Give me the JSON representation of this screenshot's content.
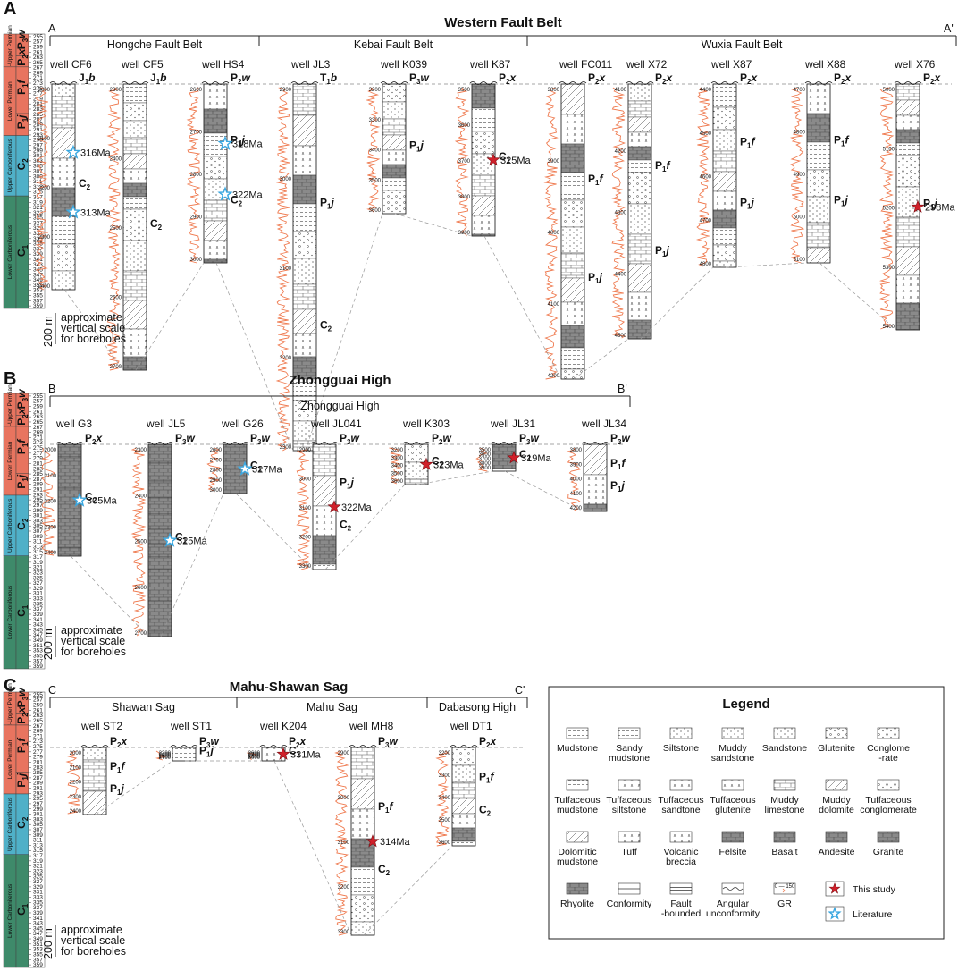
{
  "colors": {
    "permian": "#e8745f",
    "upper_carboniferous": "#4fb0c8",
    "lower_carboniferous": "#3e8a6a",
    "this_study": "#d0202a",
    "literature": "#3aa7e0",
    "gr_log": "#ef7a4f"
  },
  "panels": [
    {
      "letter": "A",
      "title": "Western Fault Belt",
      "start": "A",
      "end": "A'",
      "belts": [
        "Hongche Fault Belt",
        "Kebai Fault Belt",
        "Wuxia Fault Belt"
      ],
      "wells": [
        {
          "name": "well  CF6",
          "top_unit": "J1b",
          "ages": [
            {
              "label": "316Ma",
              "type": "literature"
            },
            {
              "label": "313Ma",
              "type": "literature"
            }
          ],
          "units": [
            "C2"
          ]
        },
        {
          "name": "well  CF5",
          "top_unit": "J1b",
          "ages": [],
          "units": [
            "C2"
          ]
        },
        {
          "name": "well  HS4",
          "top_unit": "P2w",
          "ages": [
            {
              "label": "318Ma",
              "type": "literature"
            },
            {
              "label": "322Ma",
              "type": "literature"
            }
          ],
          "units": [
            "P1j",
            "C2"
          ]
        },
        {
          "name": "well  JL3",
          "top_unit": "T1b",
          "ages": [],
          "units": [
            "P1j",
            "C2"
          ]
        },
        {
          "name": "well  K039",
          "top_unit": "P3w",
          "ages": [],
          "units": [
            "P1j"
          ]
        },
        {
          "name": "well  K87",
          "top_unit": "P2x",
          "ages": [
            {
              "label": "325Ma",
              "type": "this_study"
            }
          ],
          "units": [
            "C1"
          ]
        },
        {
          "name": "well  FC011",
          "top_unit": "P2x",
          "ages": [],
          "units": [
            "P1f",
            "P1j"
          ]
        },
        {
          "name": "well  X72",
          "top_unit": "P2x",
          "ages": [],
          "units": [
            "P1f",
            "P1j"
          ]
        },
        {
          "name": "well  X87",
          "top_unit": "P2x",
          "ages": [],
          "units": [
            "P1f",
            "P1j"
          ]
        },
        {
          "name": "well  X88",
          "top_unit": "P2x",
          "ages": [],
          "units": [
            "P1f",
            "P1j"
          ]
        },
        {
          "name": "well  X76",
          "top_unit": "P2x",
          "ages": [
            {
              "label": "298Ma",
              "type": "this_study"
            }
          ],
          "units": [
            "P1j"
          ]
        }
      ]
    },
    {
      "letter": "B",
      "title": "Zhongguai High",
      "start": "B",
      "end": "B'",
      "belts": [
        "Zhongguai  High"
      ],
      "wells": [
        {
          "name": "well  G3",
          "top_unit": "P2x",
          "ages": [
            {
              "label": "305Ma",
              "type": "literature"
            }
          ],
          "units": [
            "C2"
          ]
        },
        {
          "name": "well  JL5",
          "top_unit": "P3w",
          "ages": [
            {
              "label": "325Ma",
              "type": "literature"
            }
          ],
          "units": [
            "C1"
          ]
        },
        {
          "name": "well  G26",
          "top_unit": "P3w",
          "ages": [
            {
              "label": "327Ma",
              "type": "literature"
            }
          ],
          "units": [
            "C1"
          ]
        },
        {
          "name": "well  JL041",
          "top_unit": "P3w",
          "ages": [
            {
              "label": "322Ma",
              "type": "this_study"
            }
          ],
          "units": [
            "P1j",
            "C2"
          ]
        },
        {
          "name": "well  K303",
          "top_unit": "P2w",
          "ages": [
            {
              "label": "323Ma",
              "type": "this_study"
            }
          ],
          "units": [
            "C2"
          ]
        },
        {
          "name": "well  JL31",
          "top_unit": "P3w",
          "ages": [
            {
              "label": "319Ma",
              "type": "this_study"
            }
          ],
          "units": [
            "C2"
          ]
        },
        {
          "name": "well  JL34",
          "top_unit": "P3w",
          "ages": [],
          "units": [
            "P1f",
            "P1j"
          ]
        }
      ]
    },
    {
      "letter": "C",
      "title": "Mahu-Shawan Sag",
      "start": "C",
      "end": "C'",
      "belts": [
        "Shawan  Sag",
        "Mahu  Sag",
        "Dabasong  High"
      ],
      "wells": [
        {
          "name": "well  ST2",
          "top_unit": "P2x",
          "ages": [],
          "units": [
            "P1f",
            "P1j"
          ]
        },
        {
          "name": "well  ST1",
          "top_unit": "P3w",
          "ages": [],
          "units": [
            "P1j"
          ]
        },
        {
          "name": "well  K204",
          "top_unit": "P2x",
          "ages": [
            {
              "label": "331Ma",
              "type": "this_study"
            }
          ],
          "units": [
            "C1"
          ]
        },
        {
          "name": "well  MH8",
          "top_unit": "P3w",
          "ages": [
            {
              "label": "314Ma",
              "type": "this_study"
            }
          ],
          "units": [
            "P1f",
            "C2"
          ]
        },
        {
          "name": "well  DT1",
          "top_unit": "P2x",
          "ages": [],
          "units": [
            "P1f",
            "C2"
          ]
        }
      ]
    }
  ],
  "timescale": {
    "periods": [
      "Mid-Upper Permian",
      "Lower Permian",
      "Upper Carboniferous",
      "Lower Carboniferous"
    ],
    "stages": [
      "P3w",
      "P2x",
      "P1f",
      "P1j",
      "C2",
      "C1"
    ],
    "ticks": [
      "255",
      "257",
      "259",
      "261",
      "263",
      "265",
      "267",
      "269",
      "271",
      "273",
      "275",
      "277",
      "279",
      "281",
      "283",
      "285",
      "287",
      "289",
      "291",
      "293",
      "295",
      "297",
      "299",
      "301",
      "303",
      "305",
      "307",
      "309",
      "311",
      "313",
      "315",
      "317",
      "319",
      "321",
      "323",
      "325",
      "327",
      "329",
      "331",
      "333",
      "335",
      "337",
      "339",
      "341",
      "343",
      "345",
      "347",
      "349",
      "351",
      "353",
      "355",
      "357",
      "359"
    ]
  },
  "scale_note": {
    "value": "200 m",
    "lines": [
      "approximate",
      "vertical scale",
      "for boreholes"
    ]
  },
  "legend": {
    "title": "Legend",
    "items": [
      {
        "label": "Mudstone"
      },
      {
        "label": "Sandy mudstone"
      },
      {
        "label": "Siltstone"
      },
      {
        "label": "Muddy sandstone"
      },
      {
        "label": "Sandstone"
      },
      {
        "label": "Glutenite"
      },
      {
        "label": "Conglome -rate"
      },
      {
        "label": "Tuffaceous mudstone"
      },
      {
        "label": "Tuffaceous siltstone"
      },
      {
        "label": "Tuffaceous sandtone"
      },
      {
        "label": "Tuffaceous glutenite"
      },
      {
        "label": "Muddy limestone"
      },
      {
        "label": "Muddy dolomite"
      },
      {
        "label": "Tuffaceous conglomerate"
      },
      {
        "label": "Dolomitic mudstone"
      },
      {
        "label": "Tuff"
      },
      {
        "label": "Volcanic breccia"
      },
      {
        "label": "Felsite"
      },
      {
        "label": "Basalt"
      },
      {
        "label": "Andesite"
      },
      {
        "label": "Granite"
      },
      {
        "label": "Rhyolite"
      },
      {
        "label": "Conformity"
      },
      {
        "label": "Fault -bounded"
      },
      {
        "label": "Angular unconformity"
      },
      {
        "label": "GR"
      },
      {
        "label": "This study"
      },
      {
        "label": "Literature"
      }
    ],
    "gr_range": "0 — 150"
  }
}
